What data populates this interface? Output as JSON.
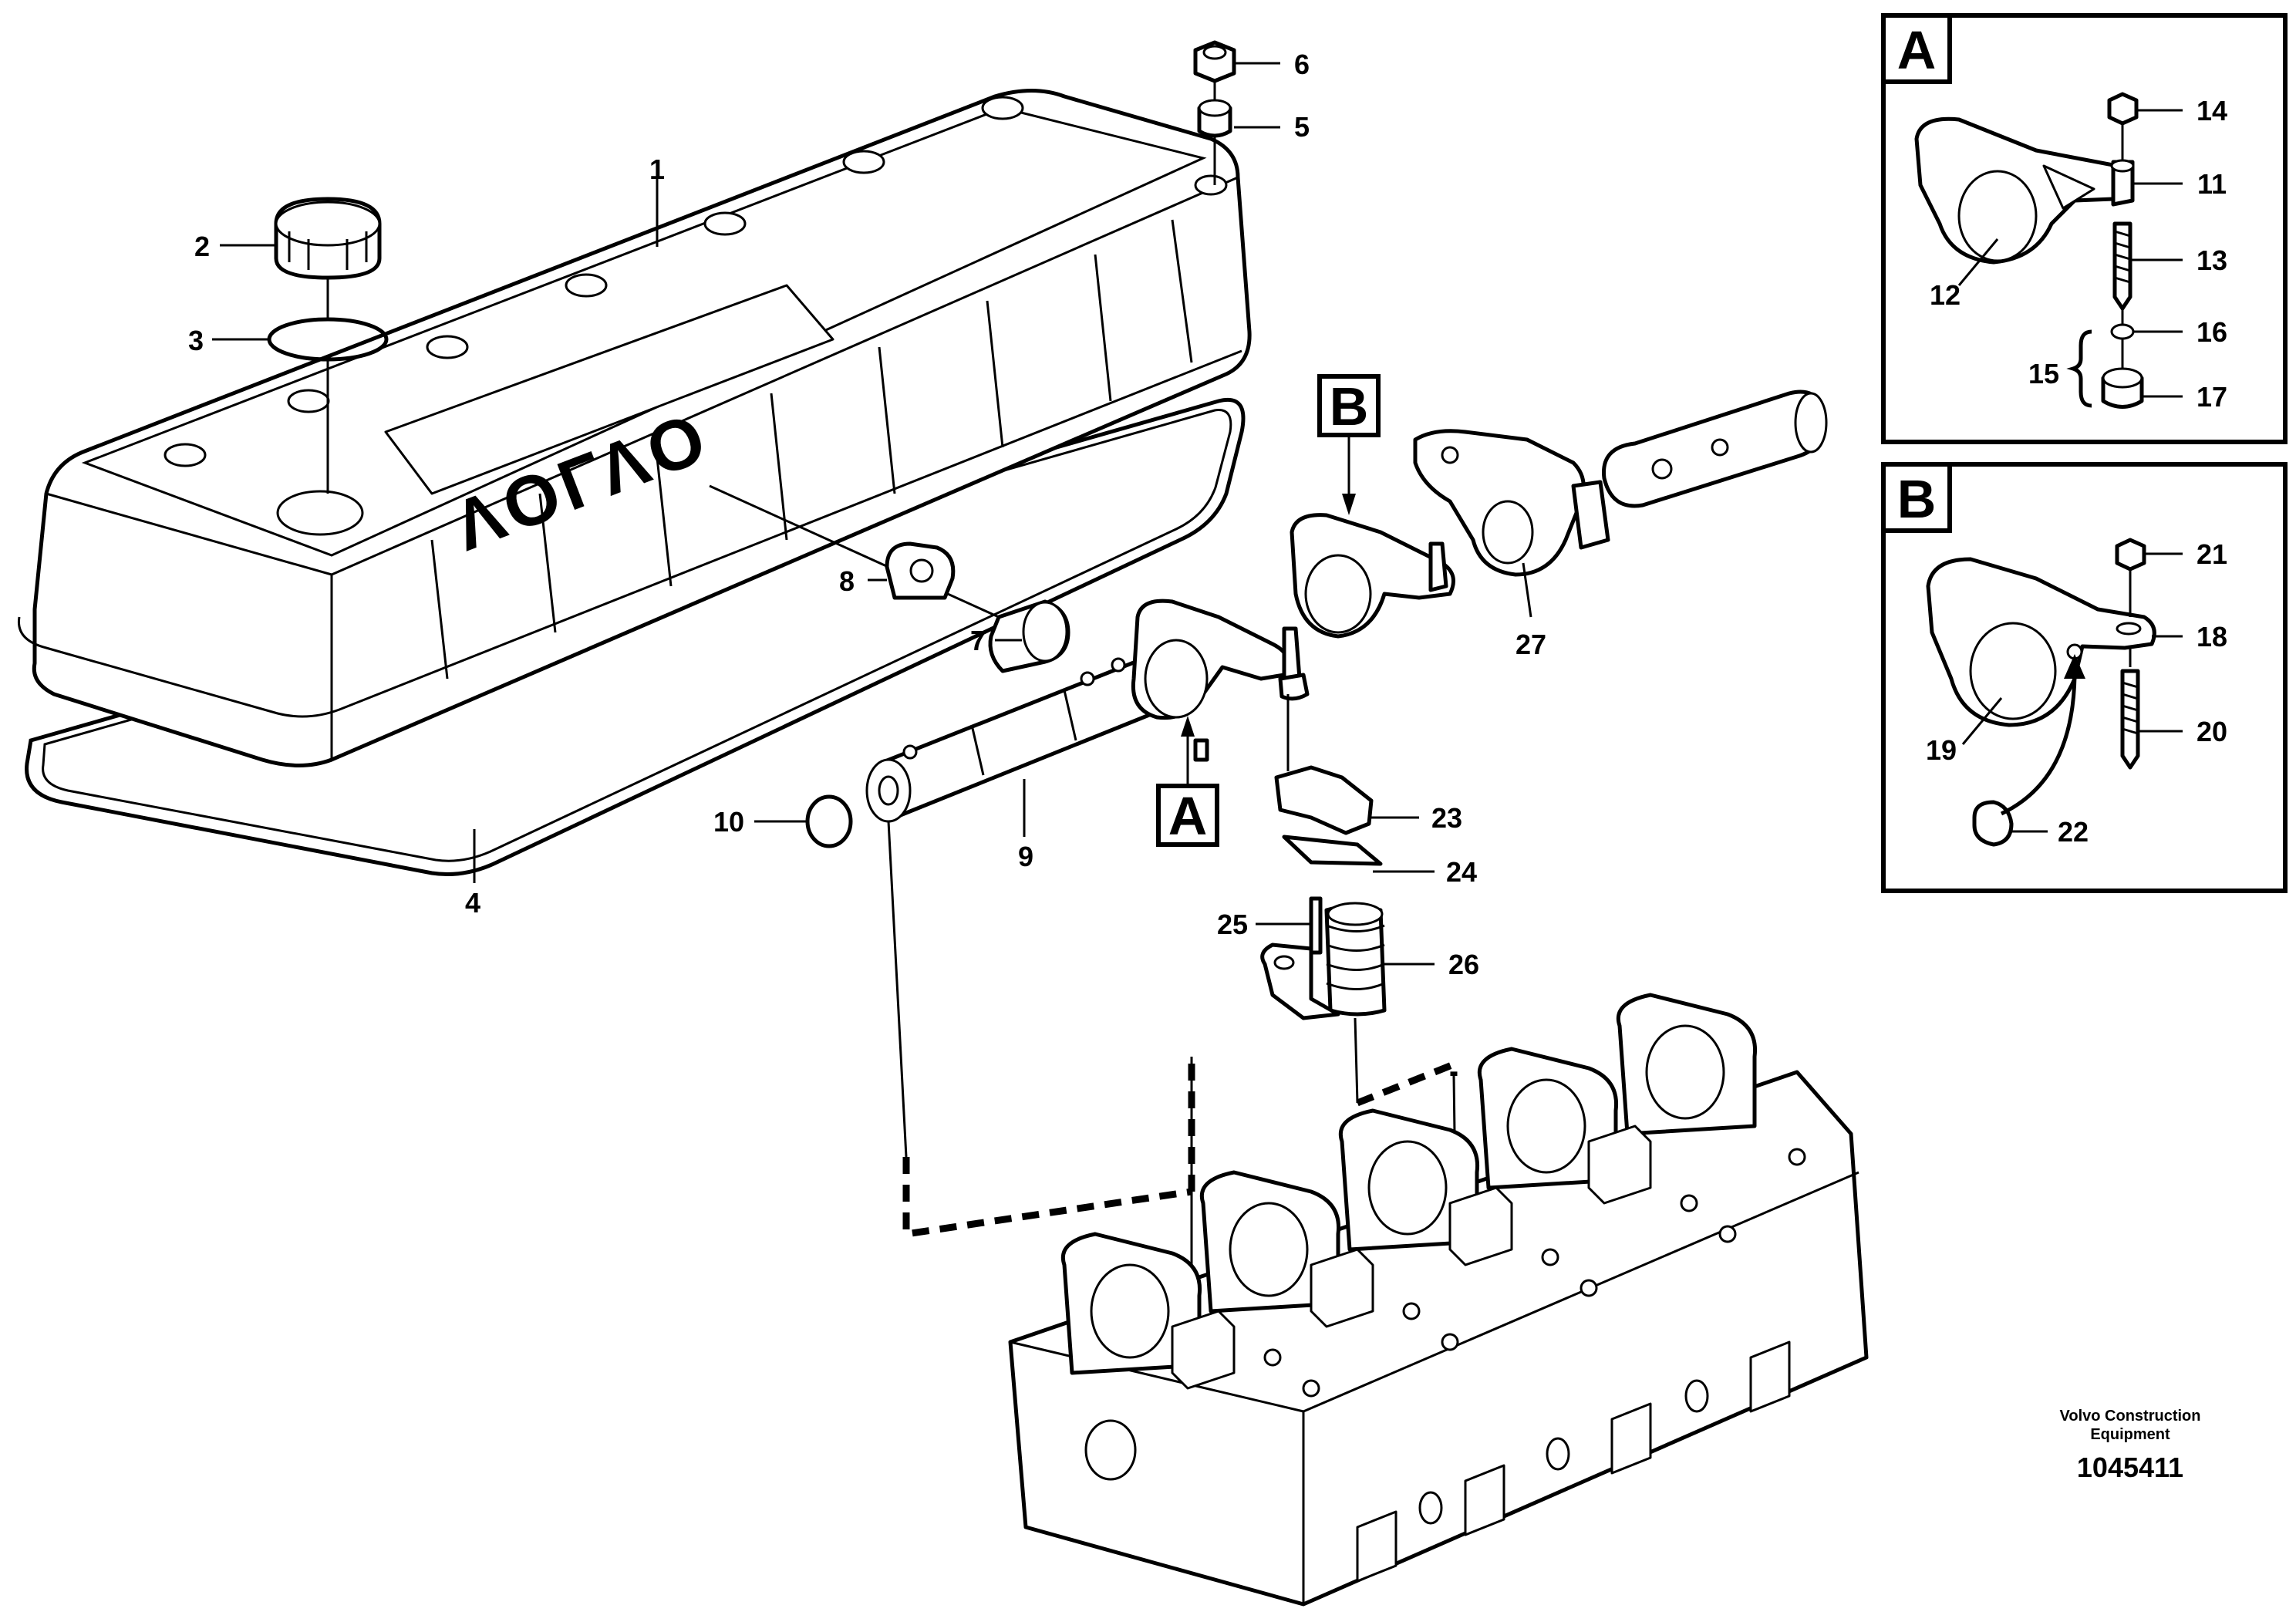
{
  "diagram": {
    "brand_on_cover": "VOLVO",
    "callouts": [
      "1",
      "2",
      "3",
      "4",
      "5",
      "6",
      "7",
      "8",
      "9",
      "10",
      "23",
      "24",
      "25",
      "26",
      "27"
    ],
    "view_markers": [
      "A",
      "B"
    ],
    "detail_a": {
      "letter": "A",
      "callouts": [
        "14",
        "11",
        "13",
        "12",
        "16",
        "15",
        "17"
      ]
    },
    "detail_b": {
      "letter": "B",
      "callouts": [
        "21",
        "18",
        "19",
        "20",
        "22"
      ]
    },
    "credit_line1": "Volvo Construction",
    "credit_line2": "Equipment",
    "drawing_number": "1045411"
  }
}
